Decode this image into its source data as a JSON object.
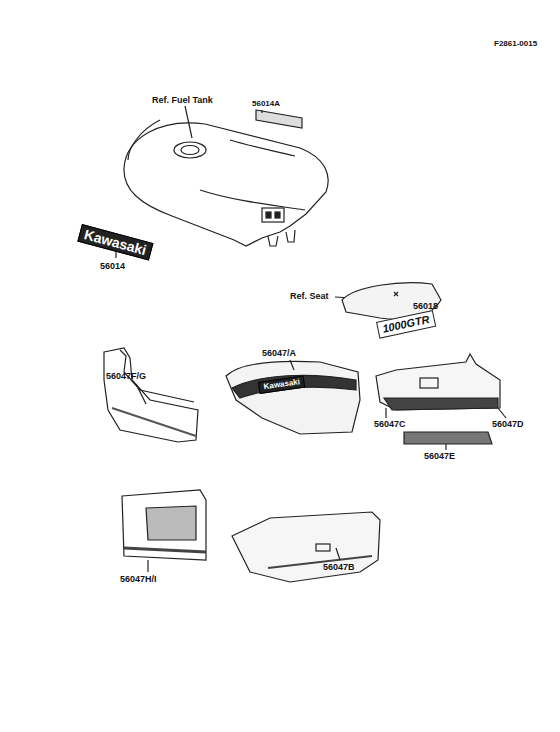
{
  "diagram": {
    "labels": [
      "F2861-0015",
      "Ref. Fuel Tank",
      "56014A",
      "Kawasaki",
      "56014",
      "Ref. Seat",
      "56018",
      "1000GTR",
      "56047F/G",
      "56047/A",
      "Kawasaki",
      "56047C",
      "56047D",
      "56047E",
      "56047H/I",
      "56047B"
    ]
  }
}
